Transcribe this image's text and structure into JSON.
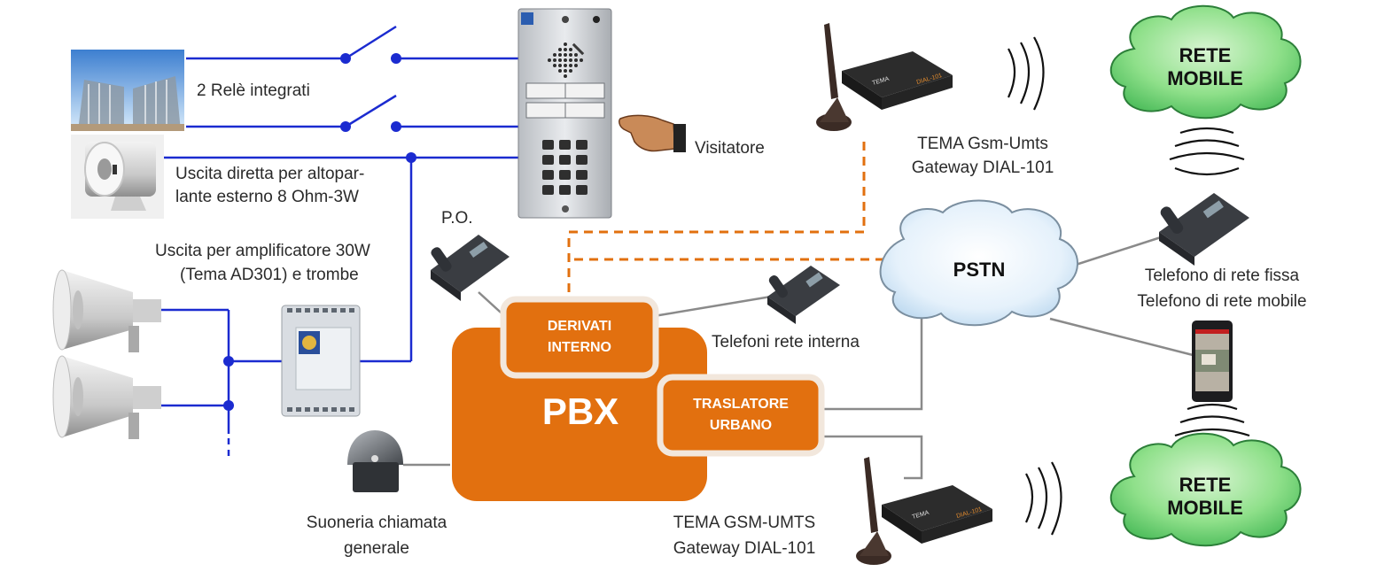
{
  "labels": {
    "relays": "2 Relè integrati",
    "direct_out_1": "Uscita diretta per altopar-",
    "direct_out_2": "lante esterno 8 Ohm-3W",
    "amp_out_1": "Uscita per amplificatore 30W",
    "amp_out_2": "(Tema AD301) e trombe",
    "visitor": "Visitatore",
    "po": "P.O.",
    "gateway_top_1": "TEMA Gsm-Umts",
    "gateway_top_2": "Gateway DIAL-101",
    "gateway_bottom_1": "TEMA GSM-UMTS",
    "gateway_bottom_2": "Gateway DIAL-101",
    "internal_phones": "Telefoni rete interna",
    "fixed_phone_1": "Telefono di rete fissa",
    "fixed_phone_2": "Telefono di rete mobile",
    "bell_1": "Suoneria chiamata",
    "bell_2": "generale"
  },
  "boxes": {
    "pbx": "PBX",
    "derivati_1": "DERIVATI",
    "derivati_2": "INTERNO",
    "traslatore_1": "TRASLATORE",
    "traslatore_2": "URBANO"
  },
  "clouds": {
    "pstn": "PSTN",
    "rete_mobile_top_1": "RETE",
    "rete_mobile_top_2": "MOBILE",
    "rete_mobile_bottom_1": "RETE",
    "rete_mobile_bottom_2": "MOBILE"
  },
  "device_text": {
    "gateway_brand": "TEMA",
    "gateway_model": "DIAL-101"
  },
  "colors": {
    "pbx_orange": "#E2700F",
    "wire_blue": "#1B2BD0",
    "dashed_orange": "#E2700F",
    "gray_line": "#8a8a8a",
    "cloud_green": "#4FC462",
    "cloud_blue": "#B9D9F2"
  }
}
